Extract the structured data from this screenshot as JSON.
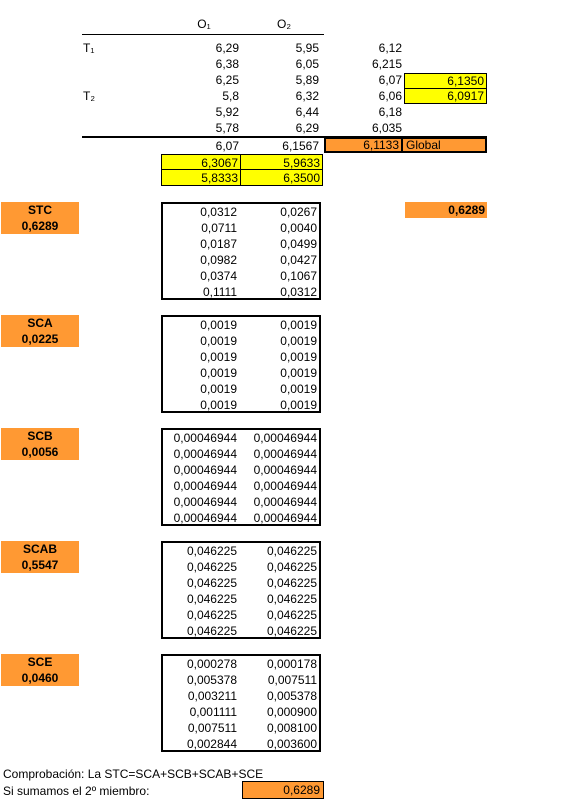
{
  "header": {
    "col1": "O₁",
    "col2": "O₂"
  },
  "top": {
    "t1_label": "T₁",
    "t2_label": "T₂",
    "rows": [
      {
        "o1": "6,29",
        "o2": "5,95",
        "mean": "6,12"
      },
      {
        "o1": "6,38",
        "o2": "6,05",
        "mean": "6,215"
      },
      {
        "o1": "6,25",
        "o2": "5,89",
        "mean": "6,07",
        "side": "6,1350"
      },
      {
        "o1": "5,8",
        "o2": "6,32",
        "mean": "6,06",
        "side": "6,0917"
      },
      {
        "o1": "5,92",
        "o2": "6,44",
        "mean": "6,18"
      },
      {
        "o1": "5,78",
        "o2": "6,29",
        "mean": "6,035"
      }
    ],
    "totals": {
      "o1": "6,07",
      "o2": "6,1567",
      "global_value": "6,1133",
      "global_label": "Global"
    },
    "yellow_rows": [
      {
        "o1": "6,3067",
        "o2": "5,9633"
      },
      {
        "o1": "5,8333",
        "o2": "6,3500"
      }
    ]
  },
  "sections": [
    {
      "name": "STC",
      "value": "0,6289",
      "extra": "0,6289",
      "rows": [
        [
          "0,0312",
          "0,0267"
        ],
        [
          "0,0711",
          "0,0040"
        ],
        [
          "0,0187",
          "0,0499"
        ],
        [
          "0,0982",
          "0,0427"
        ],
        [
          "0,0374",
          "0,1067"
        ],
        [
          "0,1111",
          "0,0312"
        ]
      ]
    },
    {
      "name": "SCA",
      "value": "0,0225",
      "rows": [
        [
          "0,0019",
          "0,0019"
        ],
        [
          "0,0019",
          "0,0019"
        ],
        [
          "0,0019",
          "0,0019"
        ],
        [
          "0,0019",
          "0,0019"
        ],
        [
          "0,0019",
          "0,0019"
        ],
        [
          "0,0019",
          "0,0019"
        ]
      ]
    },
    {
      "name": "SCB",
      "value": "0,0056",
      "rows": [
        [
          "0,00046944",
          "0,00046944"
        ],
        [
          "0,00046944",
          "0,00046944"
        ],
        [
          "0,00046944",
          "0,00046944"
        ],
        [
          "0,00046944",
          "0,00046944"
        ],
        [
          "0,00046944",
          "0,00046944"
        ],
        [
          "0,00046944",
          "0,00046944"
        ]
      ]
    },
    {
      "name": "SCAB",
      "value": "0,5547",
      "rows": [
        [
          "0,046225",
          "0,046225"
        ],
        [
          "0,046225",
          "0,046225"
        ],
        [
          "0,046225",
          "0,046225"
        ],
        [
          "0,046225",
          "0,046225"
        ],
        [
          "0,046225",
          "0,046225"
        ],
        [
          "0,046225",
          "0,046225"
        ]
      ]
    },
    {
      "name": "SCE",
      "value": "0,0460",
      "rows": [
        [
          "0,000278",
          "0,000178"
        ],
        [
          "0,005378",
          "0,007511"
        ],
        [
          "0,003211",
          "0,005378"
        ],
        [
          "0,001111",
          "0,000900"
        ],
        [
          "0,007511",
          "0,008100"
        ],
        [
          "0,002844",
          "0,003600"
        ]
      ]
    }
  ],
  "footer": {
    "line1": "Comprobación: La STC=SCA+SCB+SCAB+SCE",
    "line2": "Si sumamos el 2º miembro:",
    "sum_value": "0,6289"
  }
}
